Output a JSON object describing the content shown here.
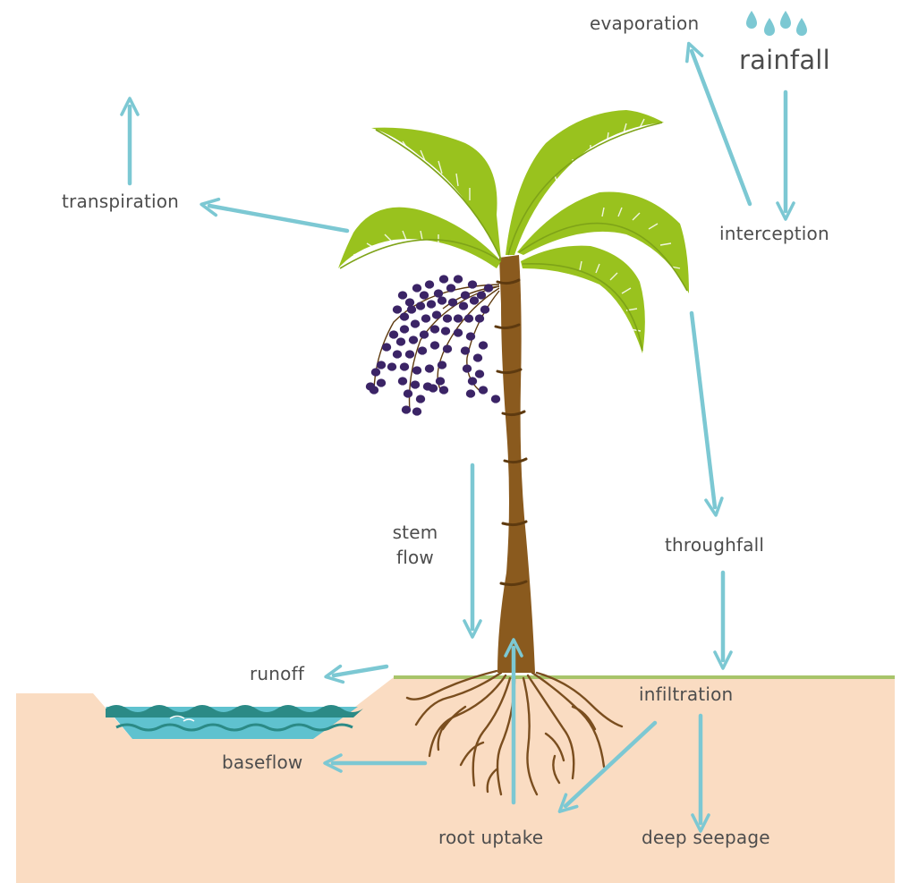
{
  "labels": {
    "evaporation": "evaporation",
    "rainfall": "rainfall",
    "transpiration": "transpiration",
    "interception": "interception",
    "stem_flow_line1": "stem",
    "stem_flow_line2": "flow",
    "throughfall": "throughfall",
    "runoff": "runoff",
    "infiltration": "infiltration",
    "baseflow": "baseflow",
    "root_uptake": "root uptake",
    "deep_seepage": "deep seepage"
  },
  "colors": {
    "arrow": "#7cc8d3",
    "leaf": "#99c21e",
    "leaf_dark": "#7ea318",
    "trunk": "#8a5a1e",
    "trunk_ring": "#5e3a0f",
    "berry": "#3b2466",
    "branch": "#5e3a0f",
    "soil": "#fadcc2",
    "grass": "#a8c46a",
    "water_light": "#5fc2cf",
    "water_dark": "#2b8a86",
    "root": "#7a4e1f",
    "text": "#4d4d4d"
  }
}
